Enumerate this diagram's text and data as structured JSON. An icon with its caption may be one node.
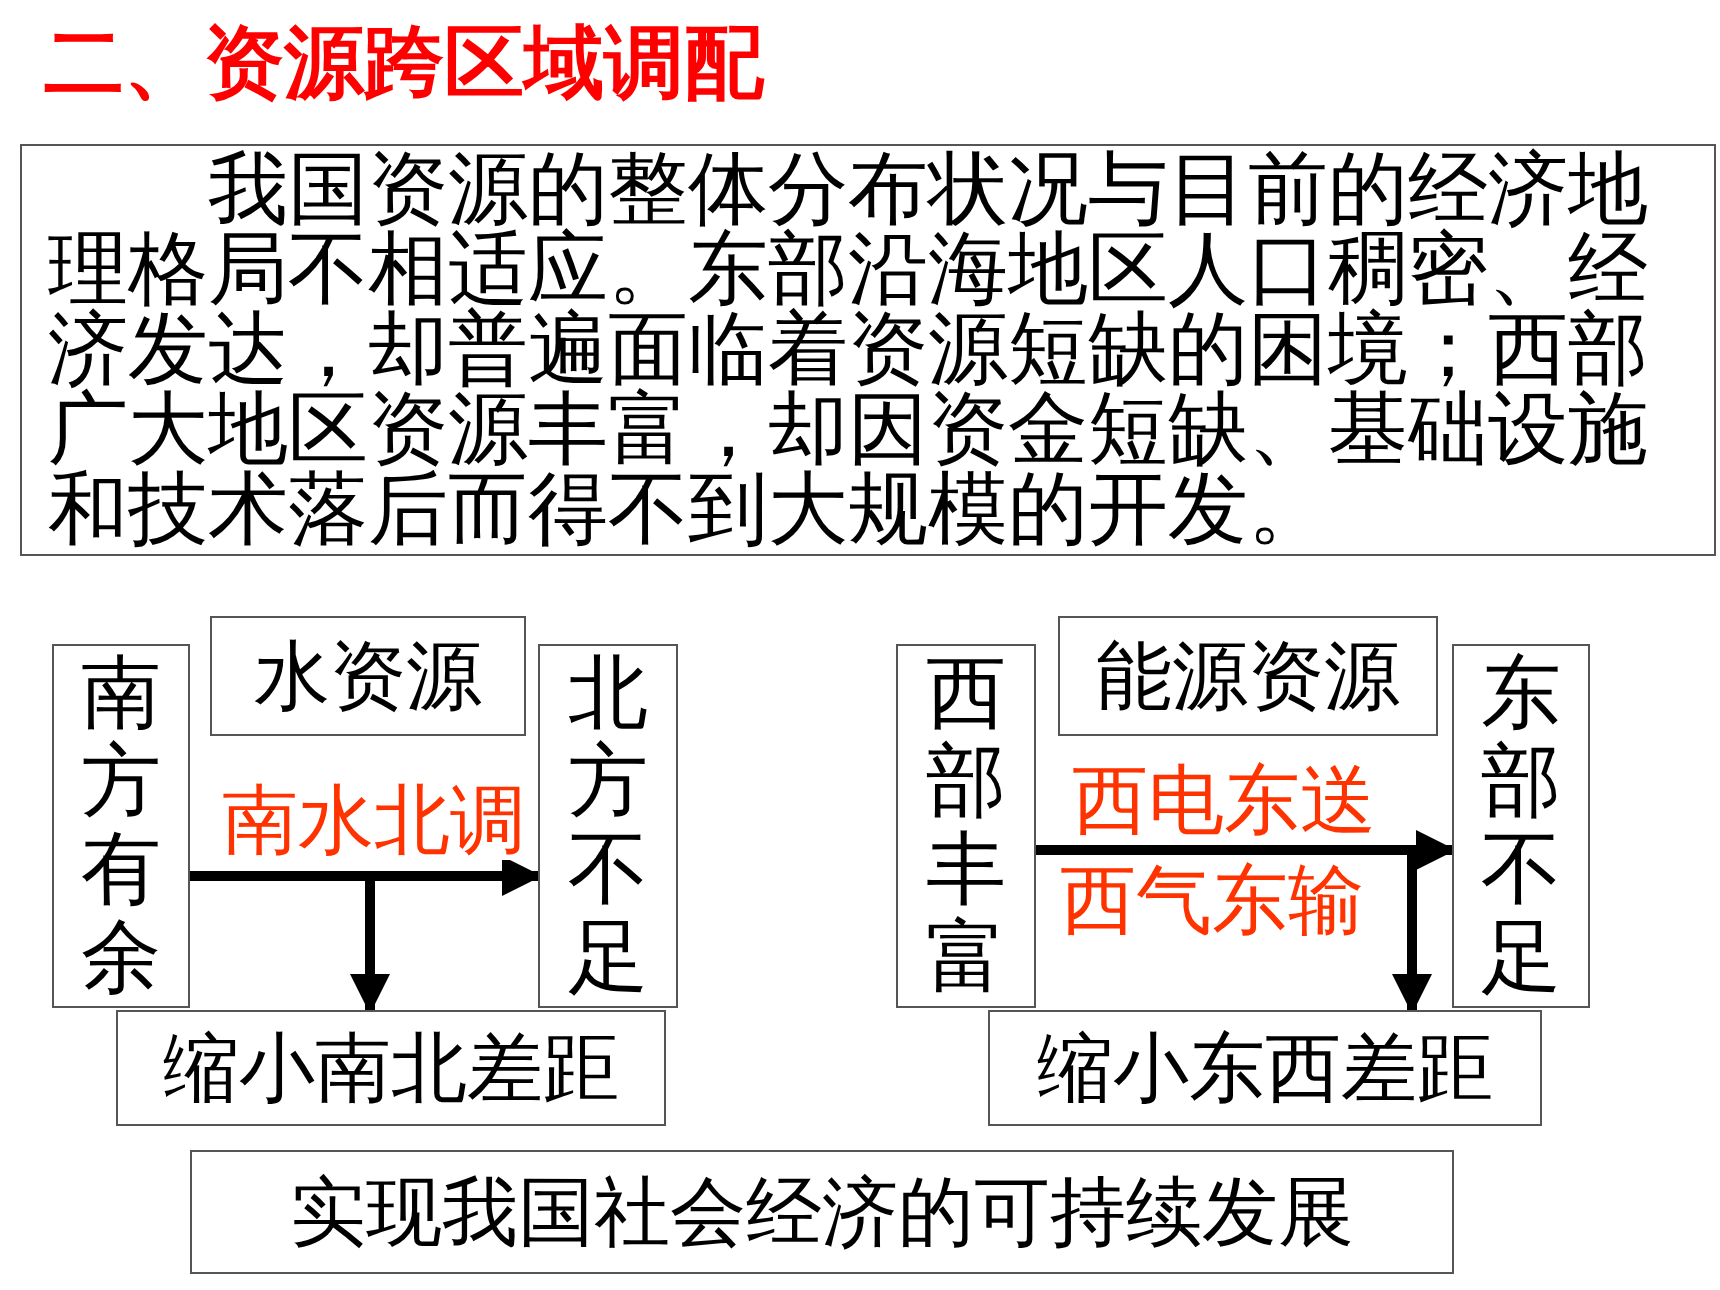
{
  "diagram": {
    "title": "二、资源跨区域调配",
    "nodes": [
      {
        "text": [
          "我国资源的整体分布状况与目前的经济地理格局不相适应。东部沿海地区人口稠密、经济发达，却普遍面临着资源短缺的困境；西部广大地区资源丰富，却因资金短缺、基础设施和技术落后而得不到大规模的开发。"
        ]
      },
      {
        "text": [
          "南方有余"
        ]
      },
      {
        "text": [
          "水资源"
        ]
      },
      {
        "text": [
          "北方不足"
        ]
      },
      {
        "text": [
          "缩小南北差距"
        ]
      },
      {
        "text": [
          "西部丰富"
        ]
      },
      {
        "text": [
          "能源资源"
        ]
      },
      {
        "text": [
          "东部不足"
        ]
      },
      {
        "text": [
          "缩小东西差距"
        ]
      },
      {
        "text": [
          "实现我国社会经济的可持续发展"
        ]
      }
    ],
    "edges": [
      {
        "from": 1,
        "to": 3,
        "arrow": "to",
        "label": "南水北调"
      },
      {
        "from": 1,
        "to": 4,
        "arrow": "to"
      },
      {
        "from": 5,
        "to": 7,
        "arrow": "to",
        "label": "西电东送"
      },
      {
        "from": 5,
        "to": 8,
        "arrow": "to",
        "label": "西气东输"
      }
    ]
  }
}
